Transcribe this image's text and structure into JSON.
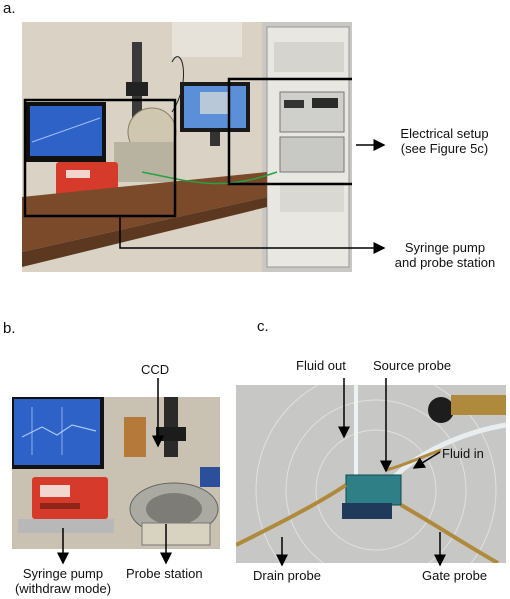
{
  "panel_a": {
    "label": "a.",
    "callout_electrical": {
      "line1": "Electrical setup",
      "line2": "(see Figure 5c)"
    },
    "callout_syringe": {
      "line1": "Syringe pump",
      "line2": "and probe station"
    }
  },
  "panel_b": {
    "label": "b.",
    "ccd": "CCD",
    "syringe_pump": {
      "line1": "Syringe pump",
      "line2": "(withdraw mode)"
    },
    "probe_station": "Probe station"
  },
  "panel_c": {
    "label": "c.",
    "fluid_out": "Fluid out",
    "source_probe": "Source probe",
    "fluid_in": "Fluid in",
    "drain_probe": "Drain probe",
    "gate_probe": "Gate probe"
  },
  "colors": {
    "annotation": "#000000",
    "pump_red": "#d63a2a",
    "monitor_blue": "#2e62c7",
    "bench_brown": "#7a4a2a",
    "gold_probe": "#b08a3c",
    "chip_teal": "#2f7f86"
  }
}
